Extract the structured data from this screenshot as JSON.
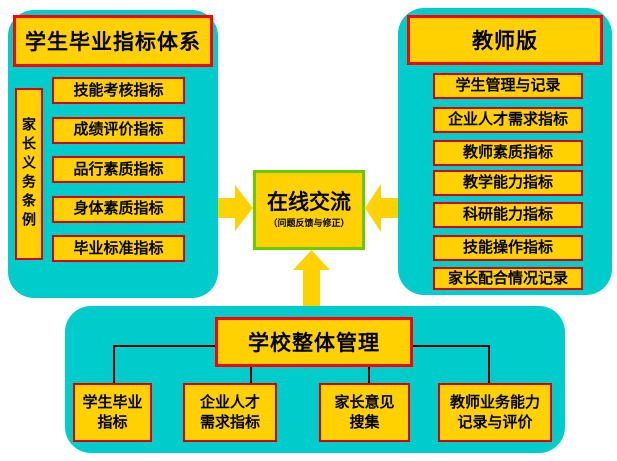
{
  "colors": {
    "panel_bg": "#00CCCC",
    "box_fill": "#FFD100",
    "header_border": "#FF0000",
    "item_border": "#D80000",
    "center_border": "#66CC00",
    "connector": "#000000",
    "text": "#000000",
    "canvas_bg": "#FFFFFF"
  },
  "left_panel": {
    "title": "学生毕业指标体系",
    "side_label": "家长义务条例",
    "items": [
      "技能考核指标",
      "成绩评价指标",
      "品行素质指标",
      "身体素质指标",
      "毕业标准指标"
    ]
  },
  "right_panel": {
    "title": "教师版",
    "items": [
      "学生管理与记录",
      "企业人才需求指标",
      "教师素质指标",
      "教学能力指标",
      "科研能力指标",
      "技能操作指标",
      "家长配合情况记录"
    ]
  },
  "center": {
    "title": "在线交流",
    "subtitle": "（问题反馈与修正）"
  },
  "bottom_panel": {
    "title": "学校整体管理",
    "items": [
      "学生毕业\n指标",
      "企业人才\n需求指标",
      "家长意见\n搜集",
      "教师业务能力\n记录与评价"
    ]
  }
}
